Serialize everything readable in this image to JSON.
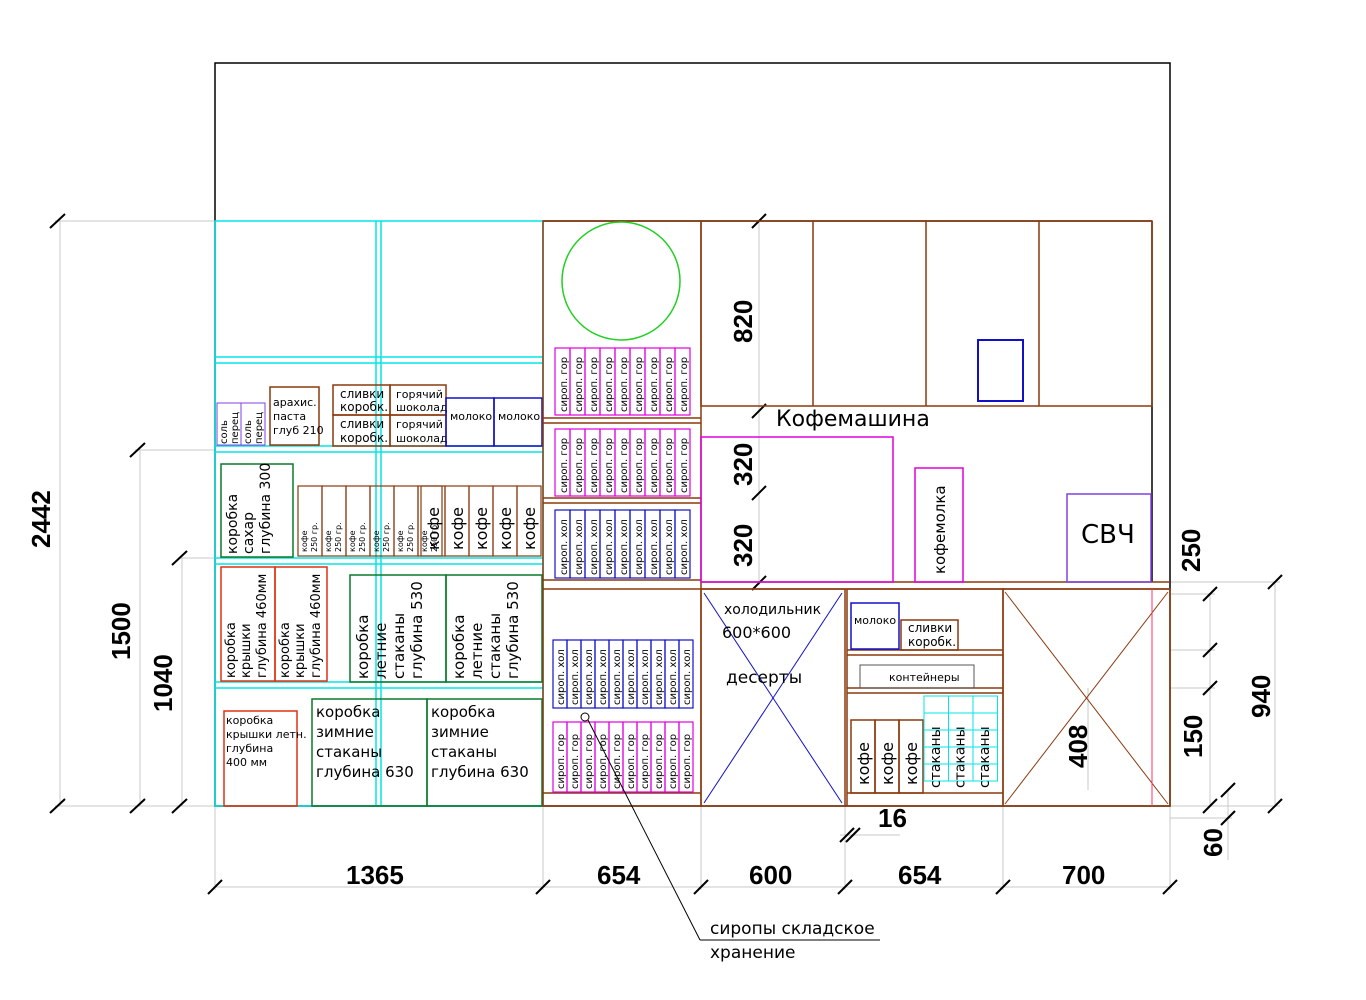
{
  "dimensions": {
    "h_2442": "2442",
    "h_1500": "1500",
    "h_1040": "1040",
    "w_1365": "1365",
    "w_654a": "654",
    "w_600": "600",
    "w_654b": "654",
    "w_700": "700",
    "h_820": "820",
    "h_320a": "320",
    "h_320b": "320",
    "h_250": "250",
    "h_940": "940",
    "h_150": "150",
    "h_408": "408",
    "w_16": "16",
    "h_60": "60"
  },
  "labels": {
    "salt": "соль",
    "pepper": "перец",
    "peanut": [
      "арахис.",
      "паста",
      "глуб 210"
    ],
    "cream_box": [
      "сливки",
      "коробк."
    ],
    "hot_choc": [
      "горячий",
      "шоколад"
    ],
    "milk": "молоко",
    "sugar_box": [
      "коробка",
      "сахар",
      "глубина 300"
    ],
    "coffee_small": [
      "кофе",
      "250 гр."
    ],
    "coffee": "кофе",
    "lid_box": [
      "коробка",
      "крышки",
      "глубина 460мм"
    ],
    "summer_cups": [
      "коробка",
      "летние",
      "стаканы",
      "глубина 530"
    ],
    "lid_summer": [
      "коробка",
      "крышки летн.",
      "глубина",
      "400 мм"
    ],
    "winter_cups": [
      "коробка",
      "зимние",
      "стаканы",
      "глубина 630"
    ],
    "syrup_hot": "сироп. гор",
    "syrup_cold": "сироп. хол",
    "coffee_machine": "Кофемашина",
    "grinder": "кофемолка",
    "microwave": "СВЧ",
    "fridge": [
      "холодильник",
      "600*600"
    ],
    "desserts": "десерты",
    "containers": "контейнеры",
    "cups": "стаканы",
    "syrup_storage": [
      "сиропы складское",
      "хранение"
    ]
  },
  "colors": {
    "cyan": "#00e5e5",
    "brown": "#8b3a0f",
    "green": "#0a7a2a",
    "blue": "#1010c8",
    "magenta": "#e000e0",
    "red": "#e03010",
    "purple": "#8040e0",
    "lime": "#20d020",
    "grey": "#c8c8c8"
  }
}
